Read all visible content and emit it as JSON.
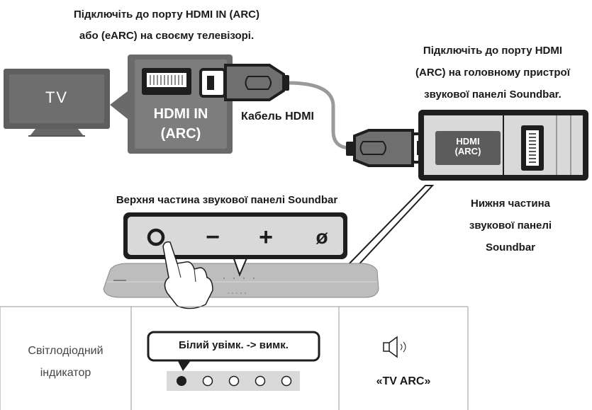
{
  "top_note": {
    "line1": "Підключіть до порту HDMI IN (ARC)",
    "line2": "або (eARC) на своєму телевізорі."
  },
  "right_note": {
    "line1": "Підключіть до порту HDMI",
    "line2": "(ARC) на головному пристрої",
    "line3": "звукової панелі Soundbar."
  },
  "tv_label": "TV",
  "tv_port": {
    "line1": "HDMI IN",
    "line2": "(ARC)"
  },
  "cable_label": "Кабель HDMI",
  "soundbar_port": {
    "line1": "HDMI",
    "line2": "(ARC)"
  },
  "top_panel_label": "Верхня частина звукової панелі Soundbar",
  "bottom_panel_label": {
    "line1": "Нижня частина",
    "line2": "звукової панелі",
    "line3": "Soundbar"
  },
  "buttons": {
    "minus": "−",
    "plus": "+",
    "mic": "ø"
  },
  "table": {
    "led_label": {
      "line1": "Світлодіодний",
      "line2": "індикатор"
    },
    "bubble": "Білий увімк. -> вимк.",
    "mode": "«TV ARC»"
  },
  "colors": {
    "gray_dark": "#6f6f6f",
    "gray_mid": "#9a9a9a",
    "gray_light": "#d9d9d9",
    "black": "#1a1a1a"
  }
}
